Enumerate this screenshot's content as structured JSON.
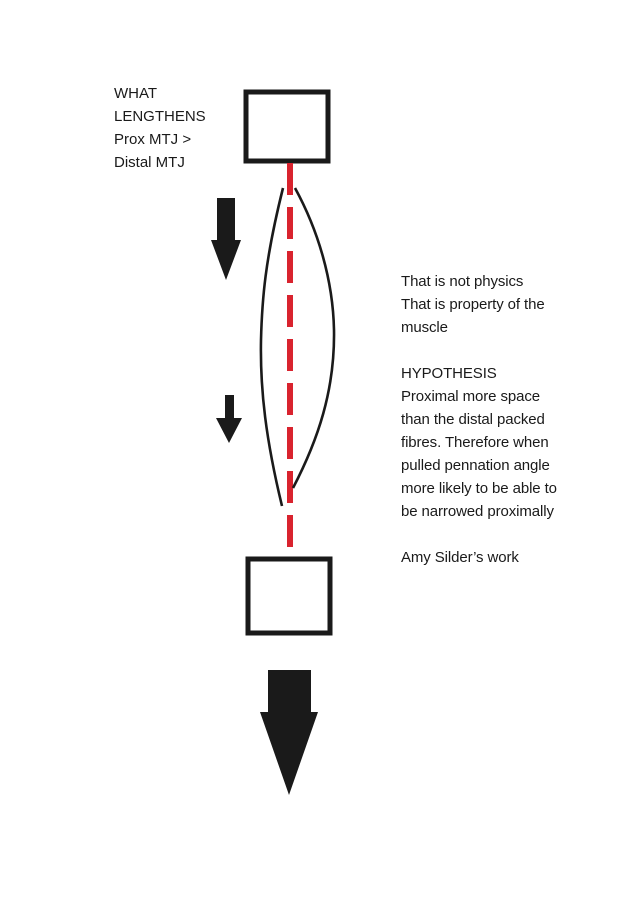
{
  "left_label": {
    "lines": [
      "WHAT",
      "LENGTHENS",
      "Prox MTJ >",
      "Distal MTJ"
    ]
  },
  "notes": {
    "physics_line_1": "That is not physics",
    "physics_line_2": "That is property of the",
    "physics_line_3": "muscle",
    "hypothesis_heading": "HYPOTHESIS",
    "hypothesis_lines": [
      "Proximal more space",
      "than the distal packed",
      "fibres. Therefore when",
      "pulled pennation angle",
      "more likely to be able to",
      "be narrowed proximally"
    ],
    "attribution": "Amy Silder’s work"
  },
  "colors": {
    "ink": "#1a1a1a",
    "centre_line": "#d9232e",
    "background": "#ffffff"
  },
  "icons": {
    "arrow_top": "down-arrow-icon",
    "arrow_middle": "down-arrow-icon",
    "arrow_bottom": "down-arrow-icon"
  }
}
